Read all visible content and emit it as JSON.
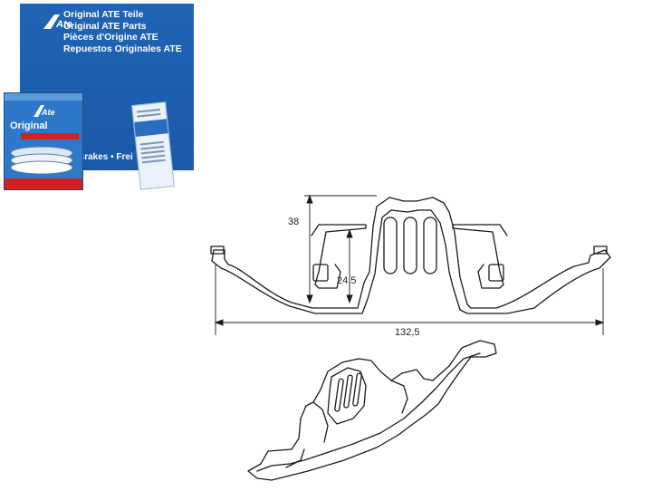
{
  "box": {
    "lines": [
      "Original ATE Teile",
      "Original ATE Parts",
      "Pièces d'Origine ATE",
      "Repuestos Originales ATE"
    ],
    "strip": "Brakes • Frei"
  },
  "pack": {
    "label": "Original"
  },
  "dimensions": {
    "height_total": "38",
    "height_inner": "24,5",
    "width": "132,5"
  }
}
